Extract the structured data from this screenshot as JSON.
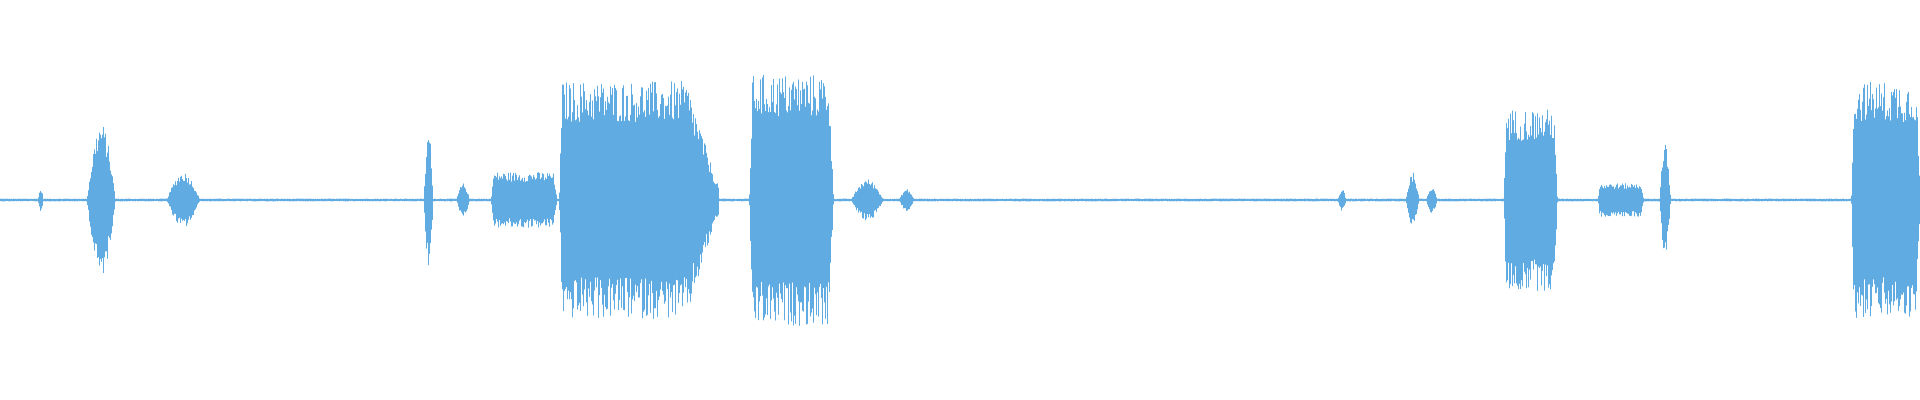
{
  "waveform": {
    "color": "#5fabe2",
    "background": "#ffffff",
    "baseline_amplitude": 0.01,
    "segments": [
      {
        "start": 0.0195,
        "end": 0.0225,
        "amp": 0.08
      },
      {
        "start": 0.045,
        "end": 0.06,
        "amp": 0.55,
        "peaks": [
          0.052,
          0.065
        ]
      },
      {
        "start": 0.0865,
        "end": 0.104,
        "amp": 0.2
      },
      {
        "start": 0.2205,
        "end": 0.2255,
        "amp": 0.5
      },
      {
        "start": 0.2375,
        "end": 0.2445,
        "amp": 0.12
      },
      {
        "start": 0.2555,
        "end": 0.29,
        "amp": 0.2
      },
      {
        "start": 0.291,
        "end": 0.374,
        "amp": 0.85,
        "decay": true
      },
      {
        "start": 0.39,
        "end": 0.434,
        "amp": 0.9
      },
      {
        "start": 0.443,
        "end": 0.46,
        "amp": 0.15
      },
      {
        "start": 0.468,
        "end": 0.476,
        "amp": 0.08
      },
      {
        "start": 0.6965,
        "end": 0.701,
        "amp": 0.08
      },
      {
        "start": 0.732,
        "end": 0.739,
        "amp": 0.2
      },
      {
        "start": 0.7425,
        "end": 0.7485,
        "amp": 0.1
      },
      {
        "start": 0.783,
        "end": 0.811,
        "amp": 0.65
      },
      {
        "start": 0.832,
        "end": 0.856,
        "amp": 0.12
      },
      {
        "start": 0.864,
        "end": 0.87,
        "amp": 0.4
      },
      {
        "start": 0.964,
        "end": 1.0,
        "amp": 0.85
      }
    ]
  }
}
